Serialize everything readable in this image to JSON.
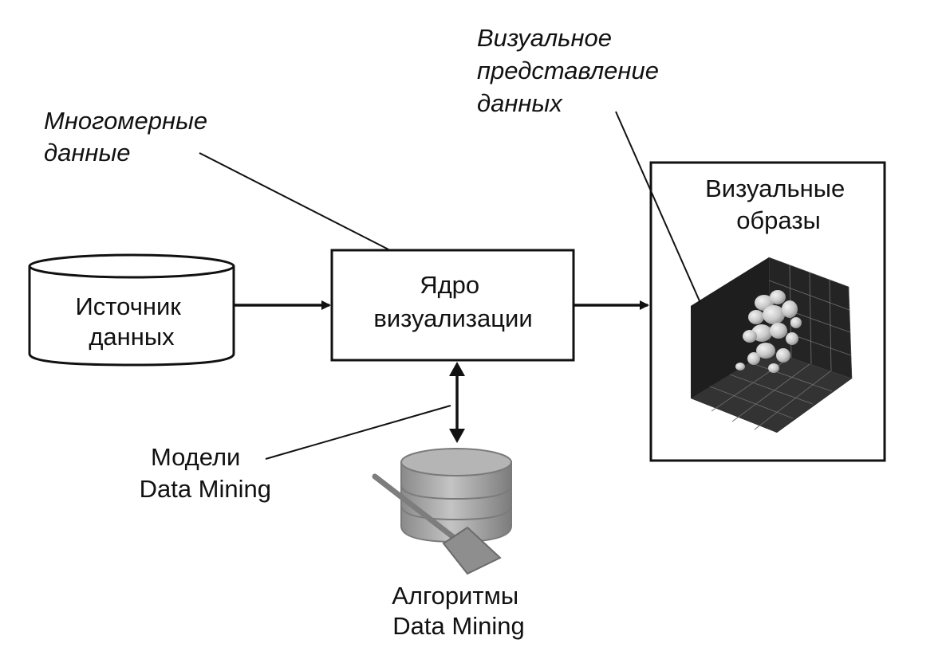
{
  "annotations": {
    "multidim_data": [
      "Многомерные",
      "данные"
    ],
    "visual_representation": [
      "Визуальное",
      "представление",
      "данных"
    ],
    "dm_models": [
      "Модели",
      "Data Mining"
    ]
  },
  "nodes": {
    "data_source": [
      "Источник",
      "данных"
    ],
    "viz_core": [
      "Ядро",
      "визуализации"
    ],
    "visual_images": [
      "Визуальные",
      "образы"
    ],
    "dm_algorithms": [
      "Алгоритмы",
      "Data Mining"
    ]
  },
  "colors": {
    "stroke": "#111111",
    "background": "#ffffff",
    "cube_dark": "#2a2a2a",
    "cube_grid": "#6a6a6a",
    "blob_light": "#d8d8d8",
    "db_gray": "#9c9c9c"
  },
  "icons": {
    "data_source": "database-cylinder-icon",
    "visual_images": "3d-scatter-cube-icon",
    "dm_algorithms": "database-shovel-icon"
  }
}
